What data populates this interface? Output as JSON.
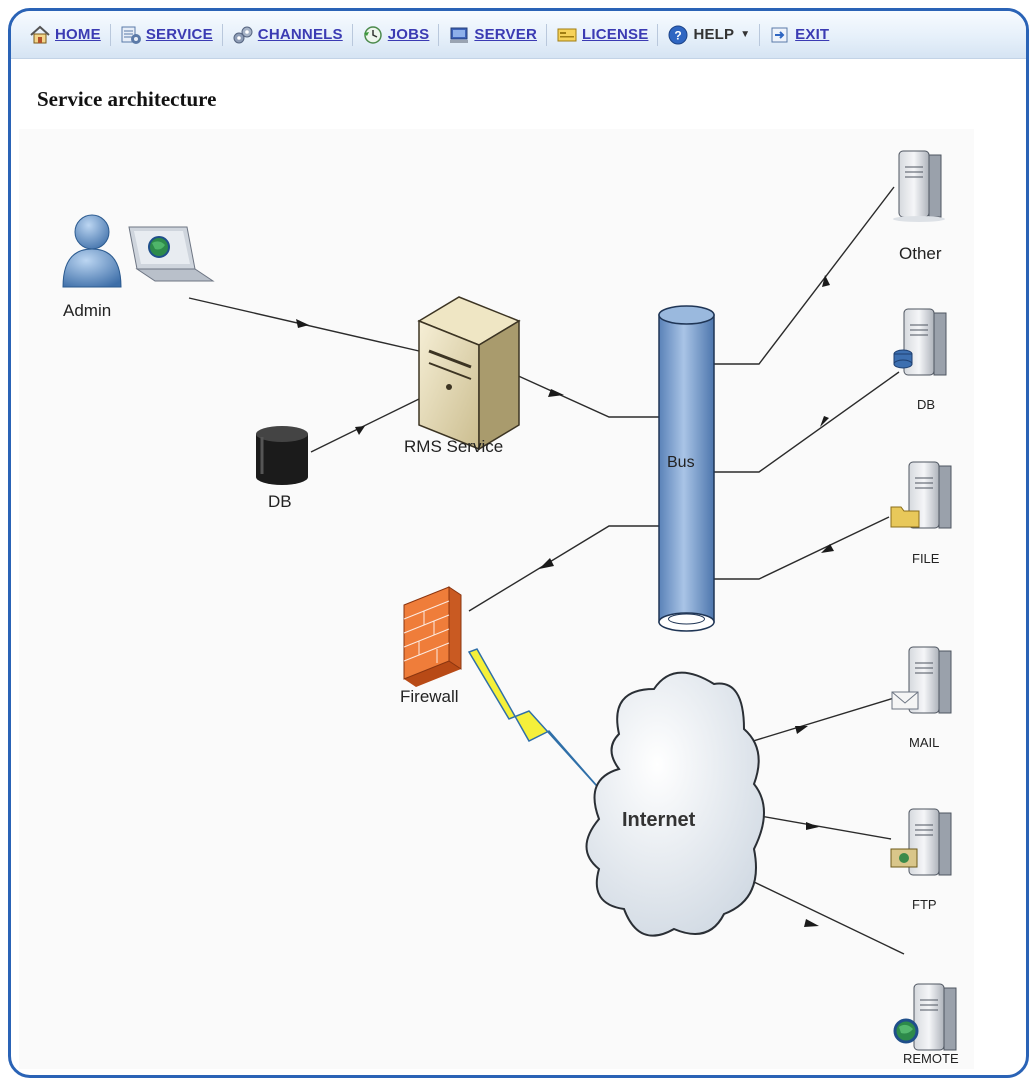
{
  "menu": {
    "home": "HOME",
    "service": "SERVICE",
    "channels": "CHANNELS",
    "jobs": "JOBS",
    "server": "SERVER",
    "license": "LICENSE",
    "help": "HELP",
    "exit": "EXIT"
  },
  "page": {
    "title": "Service architecture"
  },
  "diagram": {
    "admin": "Admin",
    "db_left": "DB",
    "rms_service": "RMS Service",
    "bus": "Bus",
    "firewall": "Firewall",
    "internet": "Internet",
    "other": "Other",
    "db_right": "DB",
    "file": "FILE",
    "mail": "MAIL",
    "ftp": "FTP",
    "remote": "REMOTE"
  },
  "colors": {
    "frame_border": "#2a63b6",
    "link": "#3b3bb3",
    "bus_fill": "#7da2cf",
    "firewall": "#e8752e",
    "lightning": "#f5f03a"
  },
  "icons": [
    "home-icon",
    "service-icon",
    "channels-icon",
    "jobs-icon",
    "server-icon",
    "license-icon",
    "help-icon",
    "exit-icon"
  ]
}
